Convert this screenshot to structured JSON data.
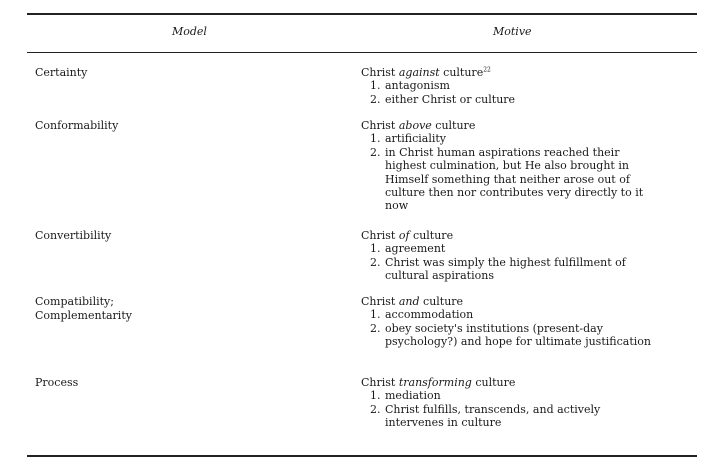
{
  "header": {
    "model": "Model",
    "motive": "Motive"
  },
  "rows": [
    {
      "model": [
        "Certainty"
      ],
      "title": {
        "pre": "Christ ",
        "em": "against",
        "post": " culture",
        "sup": "22"
      },
      "items": [
        {
          "n": "1.",
          "text": "antagonism"
        },
        {
          "n": "2.",
          "text": "either Christ or culture"
        }
      ]
    },
    {
      "model": [
        "Conformability"
      ],
      "title": {
        "pre": "Christ ",
        "em": "above",
        "post": " culture",
        "sup": ""
      },
      "items": [
        {
          "n": "1.",
          "text": "artificiality"
        },
        {
          "n": "2.",
          "text": "in Christ human aspirations reached their highest culmination, but He also brought in Himself something that neither arose out of culture then nor contributes very directly to it now"
        }
      ]
    },
    {
      "model": [
        "Convertibility"
      ],
      "title": {
        "pre": "Christ ",
        "em": "of",
        "post": " culture",
        "sup": ""
      },
      "items": [
        {
          "n": "1.",
          "text": "agreement"
        },
        {
          "n": "2.",
          "text": "Christ was simply the highest fulfillment of cultural aspirations"
        }
      ]
    },
    {
      "model": [
        "Compatibility;",
        "Complementarity"
      ],
      "title": {
        "pre": "Christ ",
        "em": "and",
        "post": " culture",
        "sup": ""
      },
      "items": [
        {
          "n": "1.",
          "text": "accommodation"
        },
        {
          "n": "2.",
          "text": "obey society's institutions (present-day psychology?) and hope for ultimate justification"
        }
      ]
    },
    {
      "model": [
        "Process"
      ],
      "title": {
        "pre": "Christ ",
        "em": "transforming",
        "post": " culture",
        "sup": ""
      },
      "items": [
        {
          "n": "1.",
          "text": "mediation"
        },
        {
          "n": "2.",
          "text": "Christ fulfills, transcends, and actively intervenes in culture"
        }
      ]
    }
  ]
}
